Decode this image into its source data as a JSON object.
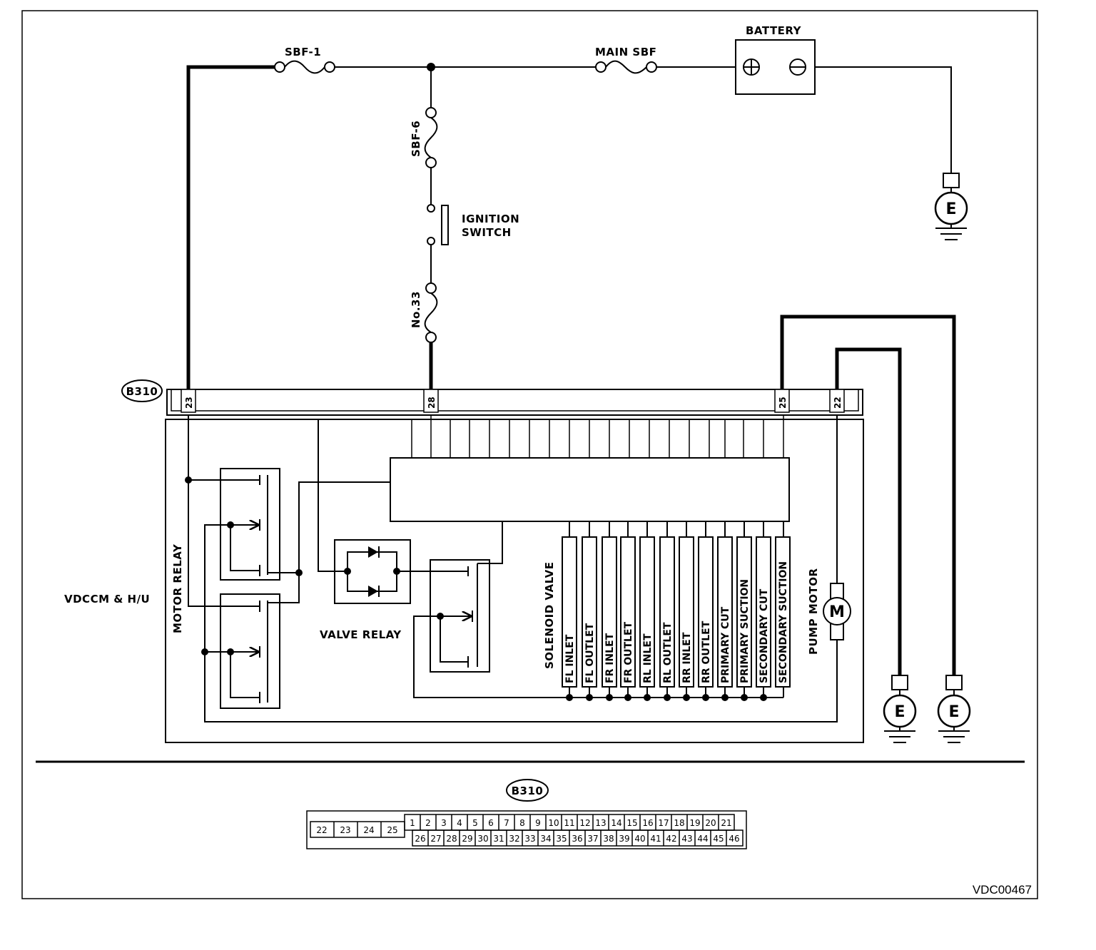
{
  "labels": {
    "battery": "BATTERY",
    "sbf1": "SBF-1",
    "main_sbf": "MAIN SBF",
    "sbf6": "SBF-6",
    "ignition_switch_1": "IGNITION",
    "ignition_switch_2": "SWITCH",
    "fuse_no33": "No.33",
    "connector": "B310",
    "module": "VDCCM & H/U",
    "motor_relay": "MOTOR RELAY",
    "valve_relay": "VALVE RELAY",
    "solenoid_valve": "SOLENOID VALVE",
    "pump_motor": "PUMP MOTOR",
    "motor_symbol": "M",
    "earth": "E",
    "figure_id": "VDC00467"
  },
  "terminals": {
    "t23": "23",
    "t28": "28",
    "t25": "25",
    "t22": "22"
  },
  "solenoids": [
    "FL INLET",
    "FL OUTLET",
    "FR INLET",
    "FR OUTLET",
    "RL INLET",
    "RL OUTLET",
    "RR INLET",
    "RR OUTLET",
    "PRIMARY CUT",
    "PRIMARY SUCTION",
    "SECONDARY CUT",
    "SECONDARY SUCTION"
  ],
  "connector_face": {
    "left_block": [
      "22",
      "23",
      "24",
      "25"
    ],
    "top_row": [
      "1",
      "2",
      "3",
      "4",
      "5",
      "6",
      "7",
      "8",
      "9",
      "10",
      "11",
      "12",
      "13",
      "14",
      "15",
      "16",
      "17",
      "18",
      "19",
      "20",
      "21"
    ],
    "bottom_row": [
      "26",
      "27",
      "28",
      "29",
      "30",
      "31",
      "32",
      "33",
      "34",
      "35",
      "36",
      "37",
      "38",
      "39",
      "40",
      "41",
      "42",
      "43",
      "44",
      "45",
      "46"
    ]
  }
}
